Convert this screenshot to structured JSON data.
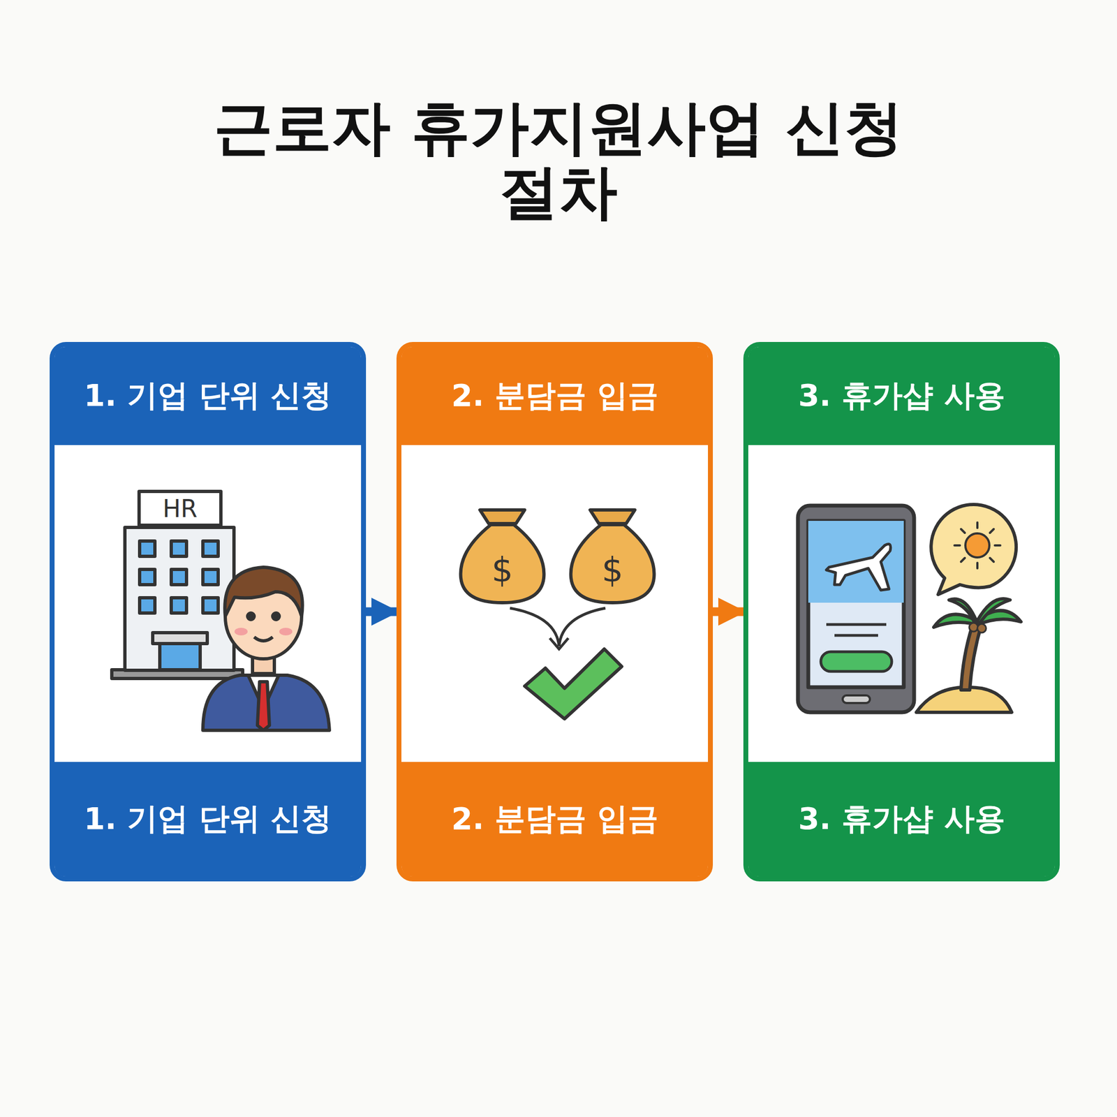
{
  "diagram": {
    "title": "근로자 휴가지원사업 신청 절차",
    "nodes": [
      {
        "text": [
          "1. 기업 단위 신청",
          "1. 기업 단위 신청"
        ]
      },
      {
        "text": [
          "2. 분담금 입금",
          "2. 분담금 입금"
        ]
      },
      {
        "text": [
          "3. 휴가샵 사용",
          "3. 휴가샵 사용"
        ]
      }
    ],
    "edges": [
      {
        "from": 0,
        "to": 1,
        "arrow": "to"
      },
      {
        "from": 1,
        "to": 2,
        "arrow": "to"
      }
    ]
  }
}
